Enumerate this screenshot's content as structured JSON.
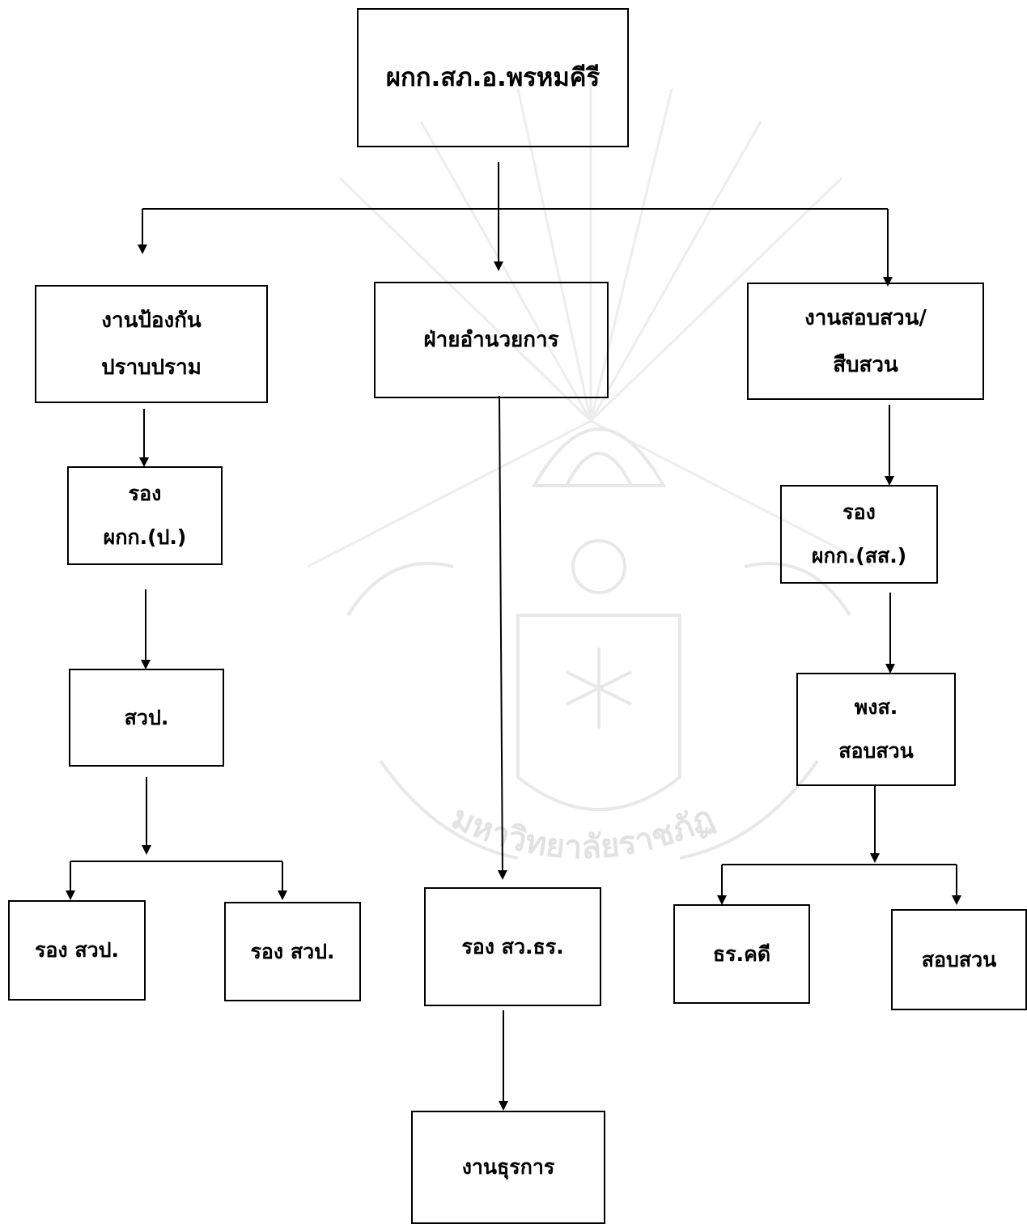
{
  "watermark": {
    "university_seal_text": "มหาวิทยาลัยราชภัฏ"
  },
  "chart": {
    "root": {
      "label": "ผกก.สภ.อ.พรหมคีรี"
    },
    "prevention": {
      "lines": [
        "งานป้องกัน",
        "ปราบปราม"
      ],
      "deputy": {
        "lines": [
          "รอง",
          "ผกก.(ป.)"
        ]
      },
      "inspector": {
        "label": "สวป."
      },
      "sub_left": {
        "label": "รอง สวป."
      },
      "sub_right": {
        "label": "รอง สวป."
      }
    },
    "administration": {
      "label": "ฝ่ายอำนวยการ",
      "deputy": {
        "label": "รอง สว.ธร."
      },
      "clerical": {
        "label": "งานธุรการ"
      }
    },
    "investigation": {
      "lines": [
        "งานสอบสวน/",
        "สืบสวน"
      ],
      "deputy": {
        "lines": [
          "รอง",
          "ผกก.(สส.)"
        ]
      },
      "officer": {
        "lines": [
          "พงส.",
          "สอบสวน"
        ]
      },
      "case_clerk": {
        "label": "ธร.คดี"
      },
      "interrogation": {
        "label": "สอบสวน"
      }
    }
  }
}
